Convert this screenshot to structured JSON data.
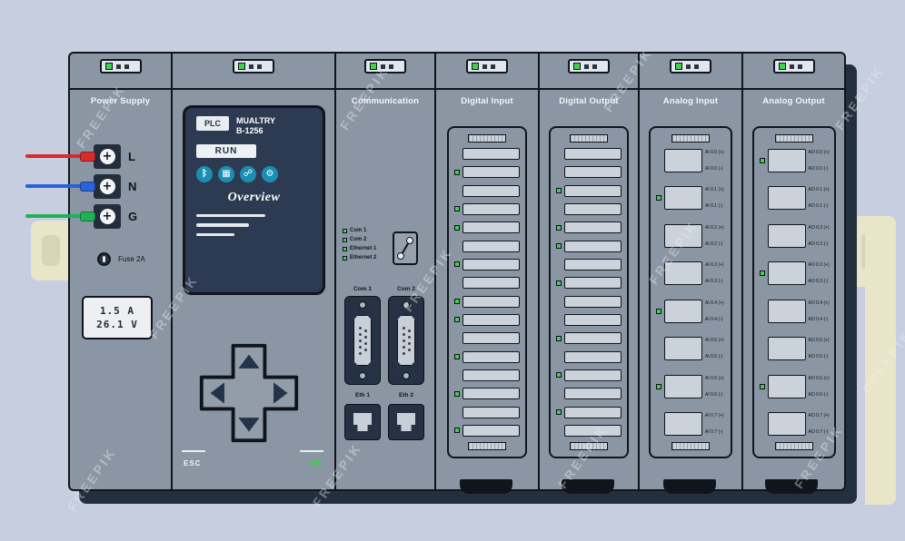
{
  "watermark": "FREEPIK",
  "colors": {
    "background": "#c6cedf",
    "rack_body": "#8b96a4",
    "outline": "#10151c",
    "screen_navy": "#2c3b52",
    "port_navy": "#253243",
    "led_green": "#3ed24b",
    "icon_teal": "#1a8fb3",
    "slot_gray": "#ccd2d9",
    "din_rail": "#e9e5c8",
    "ok_green": "#35d447"
  },
  "modules": {
    "power_supply": {
      "title": "Power Supply",
      "terminals": [
        {
          "label": "L",
          "color": "#d92b2b"
        },
        {
          "label": "N",
          "color": "#2c62d9"
        },
        {
          "label": "G",
          "color": "#1fb155"
        }
      ],
      "fuse_label": "Fuse 2A",
      "display_lines": [
        "1.5 A",
        "26.1 V"
      ]
    },
    "plc": {
      "badge": "PLC",
      "model": "MUALTRY\nB-1256",
      "status": "RUN",
      "icons": [
        "bluetooth",
        "chip",
        "share",
        "gear"
      ],
      "screen_title": "Overview",
      "esc_label": "ESC",
      "ok_label": "OK"
    },
    "communication": {
      "title": "Communication",
      "legend": [
        "Com 1",
        "Com 2",
        "Ethernet 1",
        "Ethernet 2"
      ],
      "serial_ports": [
        "Com 1",
        "Com 2"
      ],
      "eth_ports": [
        "Eth 1",
        "Eth 2"
      ]
    },
    "digital_input": {
      "title": "Digital Input",
      "leds": [
        false,
        true,
        false,
        true,
        true,
        false,
        true,
        false,
        true,
        true,
        false,
        true,
        false,
        true,
        false,
        true
      ]
    },
    "digital_output": {
      "title": "Digital Output",
      "leds": [
        false,
        false,
        true,
        false,
        true,
        true,
        false,
        true,
        false,
        false,
        true,
        false,
        true,
        false,
        true,
        false
      ]
    },
    "analog_input": {
      "title": "Analog Input",
      "channels": [
        {
          "plus": "AI 0.0 (+)",
          "minus": "AI 0.0 (-)",
          "led": false
        },
        {
          "plus": "AI 0.1 (+)",
          "minus": "AI 0.1 (-)",
          "led": true
        },
        {
          "plus": "AI 0.2 (+)",
          "minus": "AI 0.2 (-)",
          "led": false
        },
        {
          "plus": "AI 0.3 (+)",
          "minus": "AI 0.3 (-)",
          "led": false
        },
        {
          "plus": "AI 0.4 (+)",
          "minus": "AI 0.4 (-)",
          "led": true
        },
        {
          "plus": "AI 0.5 (+)",
          "minus": "AI 0.5 (-)",
          "led": false
        },
        {
          "plus": "AI 0.6 (+)",
          "minus": "AI 0.6 (-)",
          "led": true
        },
        {
          "plus": "AI 0.7 (+)",
          "minus": "AI 0.7 (-)",
          "led": false
        }
      ]
    },
    "analog_output": {
      "title": "Analog Output",
      "channels": [
        {
          "plus": "AO 0.0 (+)",
          "minus": "AO 0.0 (-)",
          "led": true
        },
        {
          "plus": "AO 0.1 (+)",
          "minus": "AO 0.1 (-)",
          "led": false
        },
        {
          "plus": "AO 0.2 (+)",
          "minus": "AO 0.2 (-)",
          "led": false
        },
        {
          "plus": "AO 0.3 (+)",
          "minus": "AO 0.3 (-)",
          "led": true
        },
        {
          "plus": "AO 0.4 (+)",
          "minus": "AO 0.4 (-)",
          "led": false
        },
        {
          "plus": "AO 0.5 (+)",
          "minus": "AO 0.5 (-)",
          "led": false
        },
        {
          "plus": "AO 0.6 (+)",
          "minus": "AO 0.6 (-)",
          "led": true
        },
        {
          "plus": "AO 0.7 (+)",
          "minus": "AO 0.7 (-)",
          "led": false
        }
      ]
    }
  }
}
